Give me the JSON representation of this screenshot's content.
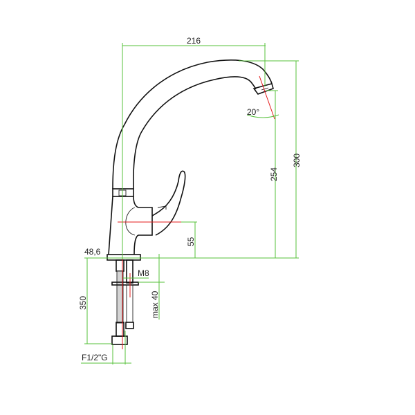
{
  "drawing": {
    "colors": {
      "outline": "#111111",
      "dimension": "#55c03a",
      "centerline": "#e41b1b"
    },
    "dimensions": {
      "width": "216",
      "height_total": "300",
      "spout_height": "254",
      "angle": "20°",
      "lever_height": "55",
      "base_diameter": "48,6",
      "thread": "M8",
      "max_thickness": "max 40",
      "hose_length": "350",
      "hose_connection": "F1/2\"G"
    }
  }
}
